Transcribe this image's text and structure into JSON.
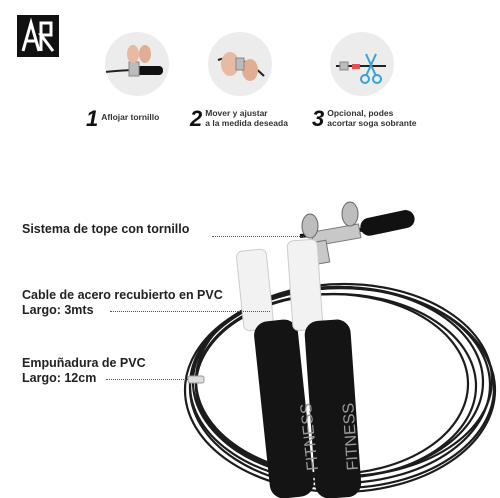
{
  "brand": {
    "logo_text": "ARTK"
  },
  "steps": [
    {
      "number": "1",
      "text": "Aflojar tornillo"
    },
    {
      "number": "2",
      "text": "Mover y ajustar\na la medida deseada"
    },
    {
      "number": "3",
      "text": "Opcional, podes\nacortar soga sobrante"
    }
  ],
  "features": [
    {
      "title": "Sistema de tope con tornillo",
      "detail": ""
    },
    {
      "title": "Cable de acero recubierto en PVC",
      "detail": "Largo: 3mts"
    },
    {
      "title": "Empuñadura de PVC",
      "detail": "Largo: 12cm"
    }
  ],
  "product": {
    "handle_print": "FITNESS"
  },
  "colors": {
    "handle": "#141414",
    "cable": "#1c1c1c",
    "cap": "#f2f2f2",
    "metal": "#c8c8c8",
    "text": "#222222"
  },
  "icons": [
    "logo-icon",
    "screw-loosen-icon",
    "rope-adjust-icon",
    "scissors-icon"
  ]
}
